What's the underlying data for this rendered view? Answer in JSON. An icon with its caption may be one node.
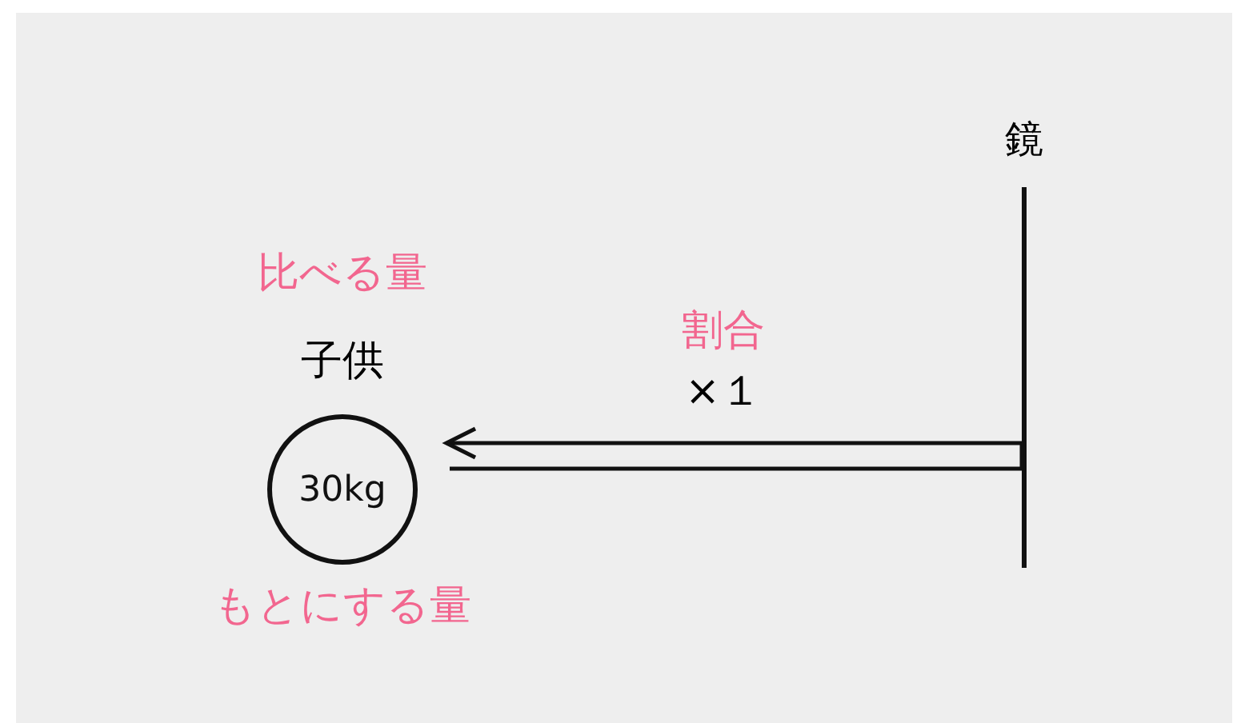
{
  "diagram": {
    "nodes": [
      {
        "text": [
          "30kg"
        ],
        "beside": [
          "比べる量",
          "子供",
          "もとにする量"
        ]
      },
      {
        "text": [
          "鏡"
        ]
      }
    ],
    "edges": [
      {
        "from": 1,
        "to": 0,
        "arrow": "to",
        "label": "×１"
      }
    ],
    "labels": [
      "割合"
    ]
  }
}
